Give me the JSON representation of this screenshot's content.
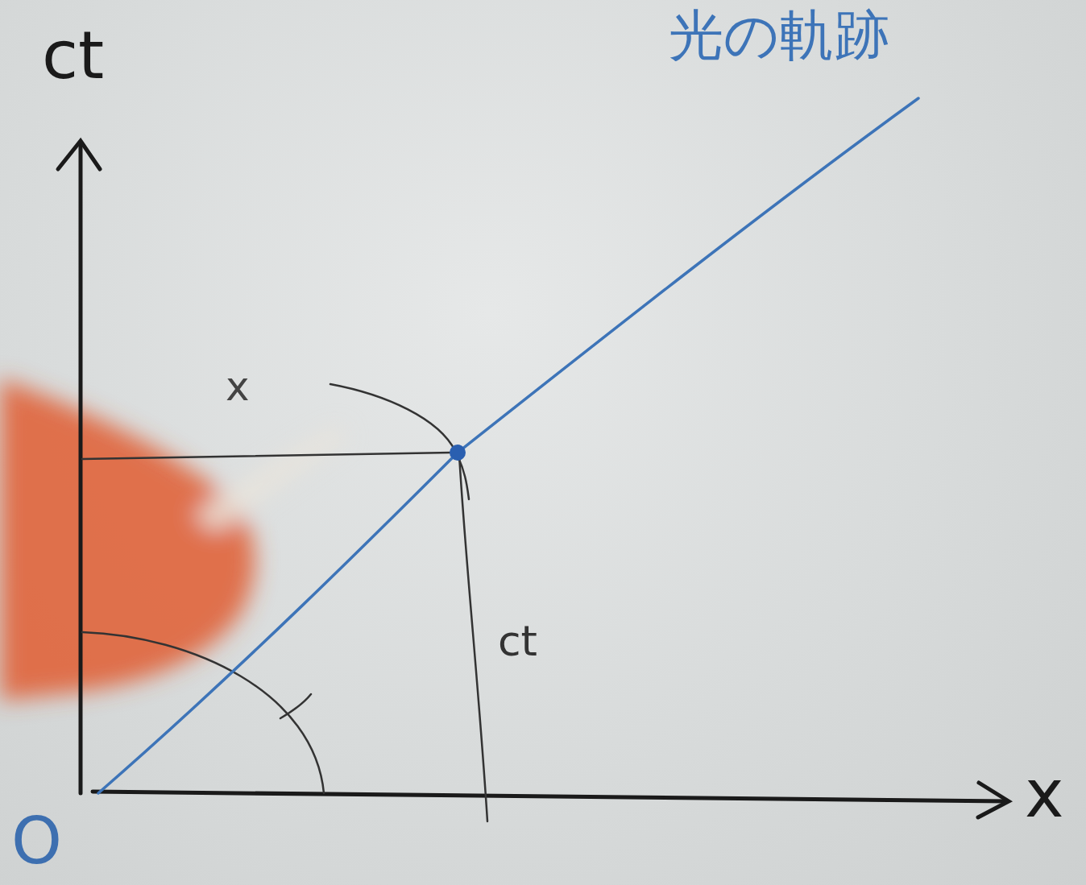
{
  "diagram": {
    "labels": [
      "ct",
      "x",
      "O",
      "光の軌跡",
      "x",
      "ct"
    ]
  }
}
